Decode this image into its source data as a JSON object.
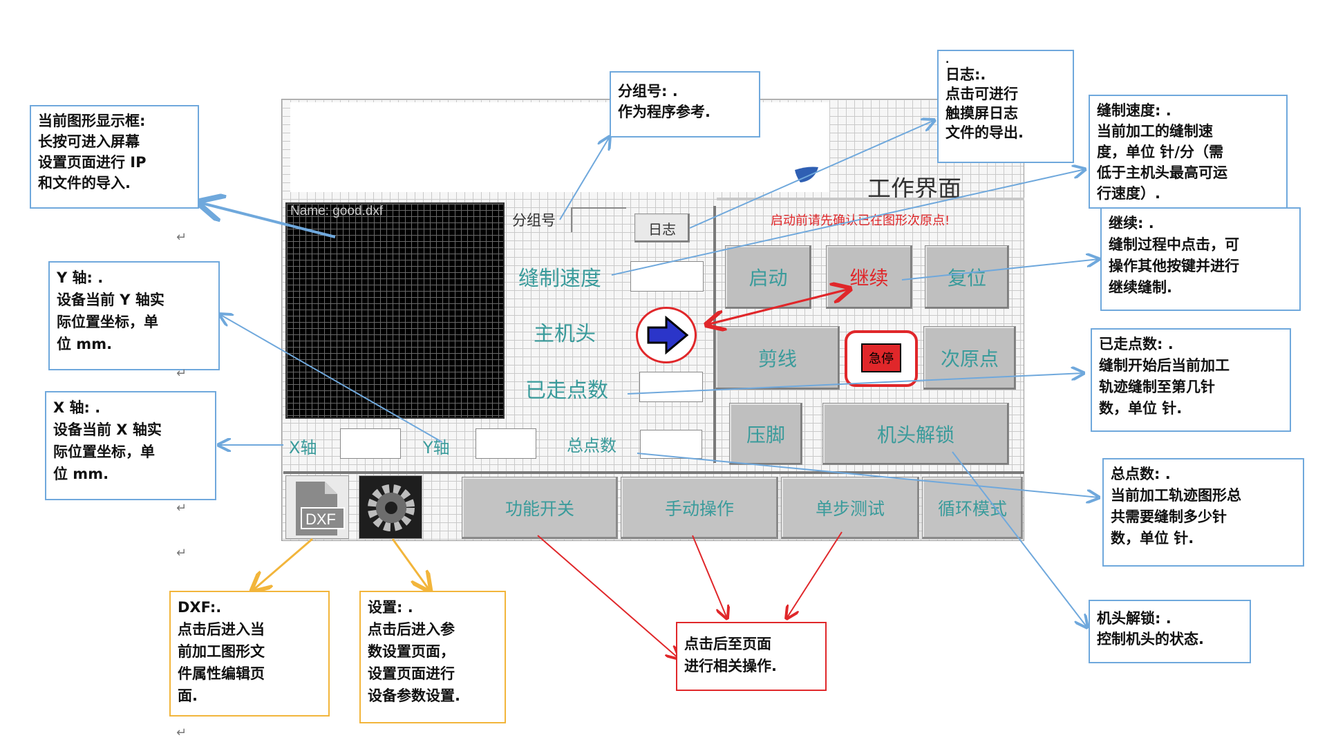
{
  "screen": {
    "title": "工作界面",
    "warning": "启动前请先确认已在图形次原点!",
    "graphic_name": "Name: good.dxf",
    "group_label": "分组号",
    "log_button": "日志",
    "speed_label": "缝制速度",
    "head_label": "主机头",
    "walked_label": "已走点数",
    "total_label": "总点数",
    "x_label": "X轴",
    "y_label": "Y轴",
    "buttons": {
      "start": "启动",
      "continue": "继续",
      "reset": "复位",
      "cut": "剪线",
      "estop": "急停",
      "sub_origin": "次原点",
      "presser": "压脚",
      "unlock": "机头解锁"
    },
    "nav": [
      "功能开关",
      "手动操作",
      "单步测试",
      "循环模式"
    ],
    "dxf_icon_text": "DXF"
  },
  "colors": {
    "accent_teal": "#3a9b9b",
    "warning_red": "#e0272a",
    "note_blue": "#6fa8dc",
    "note_orange": "#f2b53b",
    "arrow_blue": "#2b35c9"
  },
  "notes": {
    "graphic": [
      "当前图形显示框:",
      "长按可进入屏幕",
      "设置页面进行 IP",
      "和文件的导入."
    ],
    "group": [
      "分组号: .",
      "作为程序参考."
    ],
    "log": [
      ".",
      "日志:.",
      "点击可进行",
      "触摸屏日志",
      "文件的导出."
    ],
    "speed": [
      "缝制速度: .",
      "当前加工的缝制速",
      "度，单位 针/分（需",
      "低于主机头最高可运",
      "行速度）."
    ],
    "continue": [
      "继续: .",
      "缝制过程中点击，可",
      "操作其他按键并进行",
      "继续缝制."
    ],
    "walked": [
      "已走点数: .",
      "缝制开始后当前加工",
      "轨迹缝制至第几针",
      "数，单位 针."
    ],
    "total": [
      "总点数: .",
      "当前加工轨迹图形总",
      "共需要缝制多少针",
      "数，单位 针."
    ],
    "unlock": [
      "机头解锁: .",
      "控制机头的状态."
    ],
    "y_axis": [
      "Y 轴: .",
      "设备当前 Y 轴实",
      "际位置坐标，单",
      "位 mm."
    ],
    "x_axis": [
      "X 轴: .",
      "设备当前 X 轴实",
      "际位置坐标，单",
      "位 mm."
    ],
    "dxf": [
      "DXF:.",
      "点击后进入当",
      "前加工图形文",
      "件属性编辑页",
      "面."
    ],
    "settings": [
      "设置: .",
      "点击后进入参",
      "数设置页面，",
      "设置页面进行",
      "设备参数设置."
    ],
    "pages": [
      "点击后至页面",
      "进行相关操作."
    ]
  },
  "paragraph_mark": "↵"
}
